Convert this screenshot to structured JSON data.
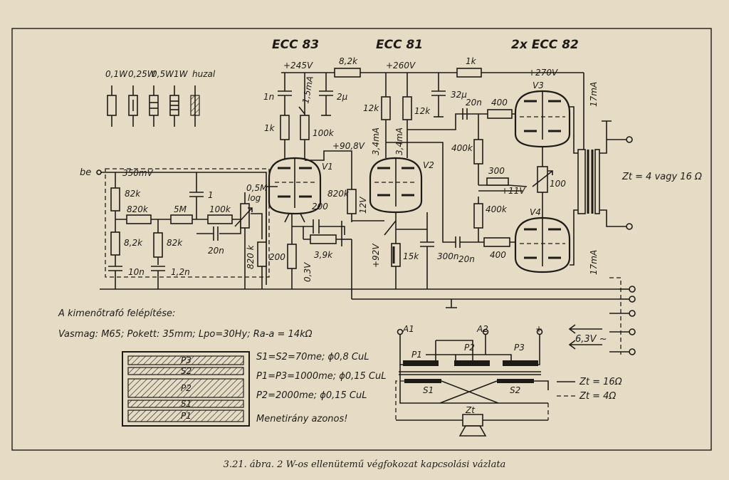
{
  "tubes": {
    "v1_type": "ECC 83",
    "v2_type": "ECC 81",
    "v34_type": "2x ECC 82",
    "v1": "V1",
    "v2": "V2",
    "v3": "V3",
    "v4": "V4"
  },
  "resistor_legend": [
    "0,1W",
    "0,25W",
    "0,5W",
    "1W",
    "huzal"
  ],
  "input": {
    "label": "be",
    "level": "350mV"
  },
  "voltages": {
    "v245": "+245V",
    "v260": "+260V",
    "v270": "+270V",
    "v908": "+90,8V",
    "v12": "12V",
    "v92": "+92V",
    "v03": "0,3V",
    "v11": "+11V"
  },
  "currents": {
    "i15": "1,5mA",
    "i34a": "3,4mA",
    "i34b": "3,4mA",
    "i17a": "17mA",
    "i17b": "17mA"
  },
  "components": {
    "r82k_a": "82k",
    "r820k_a": "820k",
    "r82k_b": "8,2k",
    "c10n": "10n",
    "r5m": "5M",
    "r82k_c": "82k",
    "c12n": "1,2n",
    "c1": "1",
    "r100k_a": "100k",
    "c20n_a": "20n",
    "pot05m": "0,5M",
    "pot_log": "log",
    "r820k_b": "820 k",
    "c1n": "1n",
    "r1k_a": "1k",
    "r100k_b": "100k",
    "r82k_d": "8,2k",
    "c2u": "2µ",
    "r200_a": "200",
    "c200": "200",
    "r39k": "3,9k",
    "r820k_c": "820k",
    "r12k_a": "12k",
    "r12k_b": "12k",
    "c32u": "32µ",
    "r15k": "15k",
    "c300n": "300n",
    "r1k_b": "1k",
    "c20n_b": "20n",
    "r400_a": "400",
    "r400k_a": "400k",
    "r300": "300",
    "pot100": "100",
    "r400k_b": "400k",
    "c20n_c": "20n",
    "r400_b": "400"
  },
  "output": {
    "impedance": "Zt = 4 vagy 16 Ω",
    "heater": "6,3V ~"
  },
  "trafo": {
    "heading": "A kimenőtrafó felépítése:",
    "specs": "Vasmag: M65; Pokett: 35mm; Lpo=30Hy; Ra-a = 14kΩ",
    "layers": [
      "P3",
      "S2",
      "P2",
      "S1",
      "P1"
    ],
    "wind_s": "S1=S2=70me; ϕ0,8 CuL",
    "wind_p13": "P1=P3=1000me; ϕ0,15 CuL",
    "wind_p2": "P2=2000me; ϕ0,15 CuL",
    "wind_dir": "Menetirány azonos!",
    "w_a1": "A1",
    "w_a2": "A2",
    "w_plus": "+",
    "w_p1": "P1",
    "w_p2": "P2",
    "w_p3": "P3",
    "w_s1": "S1",
    "w_s2": "S2",
    "w_zt": "Zt",
    "leg_solid": "Zt = 16Ω",
    "leg_dash": "Zt = 4Ω"
  },
  "caption": "3.21. ábra. 2 W-os ellenütemű végfokozat kapcsolási vázlata"
}
